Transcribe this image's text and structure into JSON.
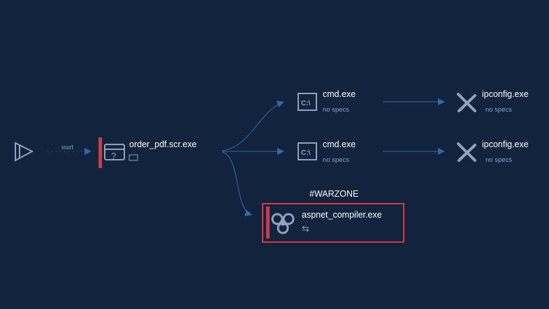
{
  "colors": {
    "background": "#11233d",
    "edge": "#2f6aa8",
    "icon": "#8fa3bf",
    "alert": "#e0343d"
  },
  "start_label": "start",
  "nodes": {
    "root": {
      "name": "order_pdf.scr.exe",
      "icon": "unknown-window-icon",
      "badge": "exe-icon"
    },
    "cmd1": {
      "name": "cmd.exe",
      "spec": "no specs",
      "icon": "cmd-icon"
    },
    "cmd2": {
      "name": "cmd.exe",
      "spec": "no specs",
      "icon": "cmd-icon"
    },
    "ip1": {
      "name": "ipconfig.exe",
      "spec": "no specs",
      "icon": "tools-icon"
    },
    "ip2": {
      "name": "ipconfig.exe",
      "spec": "no specs",
      "icon": "tools-icon"
    },
    "asp": {
      "name": "aspnet_compiler.exe",
      "tag": "#WARZONE",
      "icon": "biohazard-icon",
      "badge": "network-arrows-icon"
    }
  }
}
